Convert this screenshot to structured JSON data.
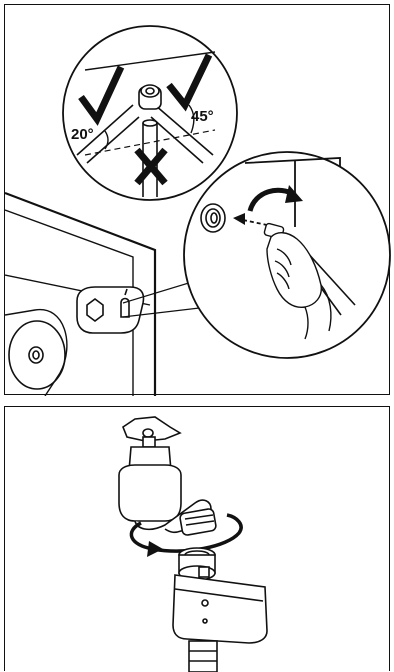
{
  "figure_top": {
    "angle_left_label": "20°",
    "angle_right_label": "45°",
    "marks": {
      "correct_left": "check-mark",
      "correct_right": "check-mark",
      "incorrect_center": "x-mark"
    }
  },
  "figure_bottom": {
    "rotation_direction": "curved-arrow"
  },
  "colors": {
    "line": "#111111",
    "background": "#ffffff",
    "shade": "#d9d9d9"
  }
}
